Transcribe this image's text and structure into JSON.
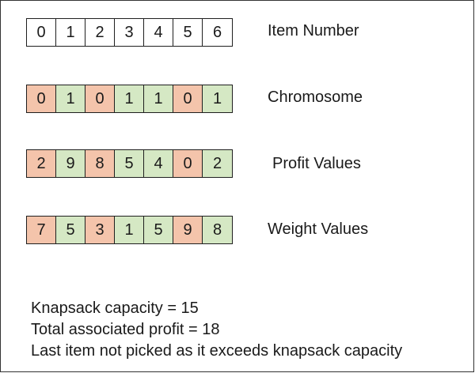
{
  "rows": [
    {
      "label": "Item Number",
      "cells": [
        {
          "value": "0",
          "state": "neutral"
        },
        {
          "value": "1",
          "state": "neutral"
        },
        {
          "value": "2",
          "state": "neutral"
        },
        {
          "value": "3",
          "state": "neutral"
        },
        {
          "value": "4",
          "state": "neutral"
        },
        {
          "value": "5",
          "state": "neutral"
        },
        {
          "value": "6",
          "state": "neutral"
        }
      ]
    },
    {
      "label": "Chromosome",
      "cells": [
        {
          "value": "0",
          "state": "skipped"
        },
        {
          "value": "1",
          "state": "picked"
        },
        {
          "value": "0",
          "state": "skipped"
        },
        {
          "value": "1",
          "state": "picked"
        },
        {
          "value": "1",
          "state": "picked"
        },
        {
          "value": "0",
          "state": "skipped"
        },
        {
          "value": "1",
          "state": "picked"
        }
      ]
    },
    {
      "label": "Profit Values",
      "cells": [
        {
          "value": "2",
          "state": "skipped"
        },
        {
          "value": "9",
          "state": "picked"
        },
        {
          "value": "8",
          "state": "skipped"
        },
        {
          "value": "5",
          "state": "picked"
        },
        {
          "value": "4",
          "state": "picked"
        },
        {
          "value": "0",
          "state": "skipped"
        },
        {
          "value": "2",
          "state": "picked"
        }
      ]
    },
    {
      "label": "Weight Values",
      "cells": [
        {
          "value": "7",
          "state": "skipped"
        },
        {
          "value": "5",
          "state": "picked"
        },
        {
          "value": "3",
          "state": "skipped"
        },
        {
          "value": "1",
          "state": "picked"
        },
        {
          "value": "5",
          "state": "picked"
        },
        {
          "value": "9",
          "state": "skipped"
        },
        {
          "value": "8",
          "state": "picked"
        }
      ]
    }
  ],
  "colors": {
    "picked": "#d5e8c4",
    "skipped": "#f4c4ab",
    "neutral": "#ffffff",
    "border": "#1f1f1f"
  },
  "notes": {
    "capacity": "Knapsack capacity = 15",
    "profit": "Total associated profit = 18",
    "remark": "Last item not picked as it exceeds knapsack capacity"
  }
}
